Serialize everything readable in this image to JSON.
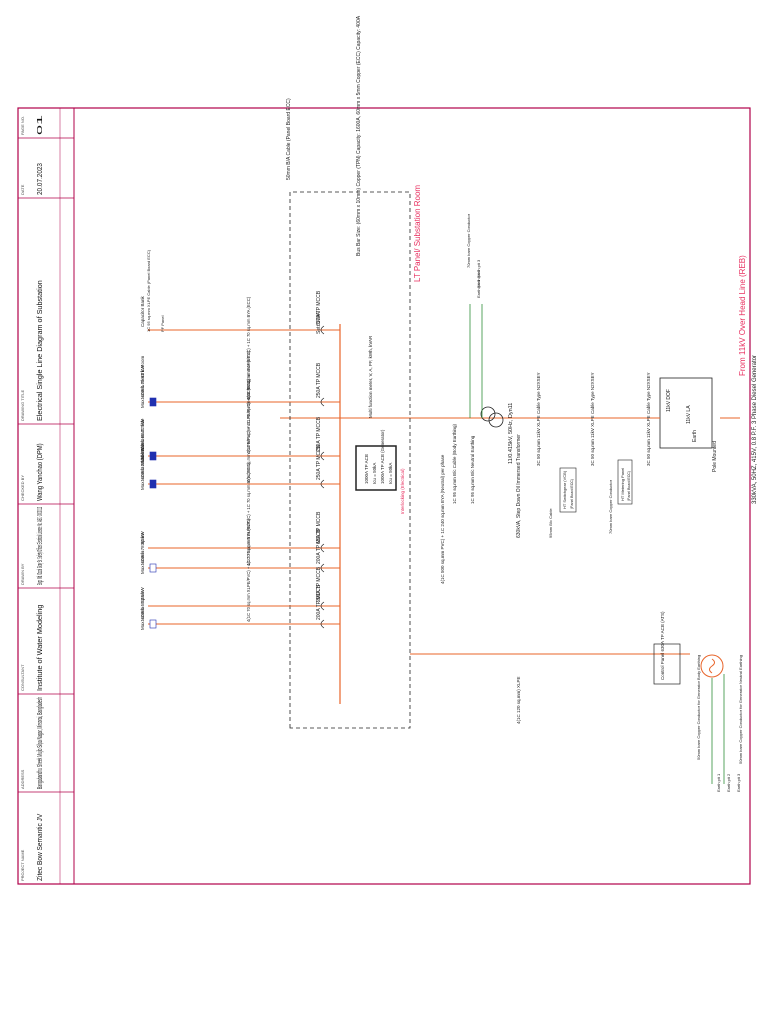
{
  "colors": {
    "border": "#b0004a",
    "line": "#e8642a",
    "text": "#222222",
    "green": "#2f8f3a",
    "blue": "#2030b0"
  },
  "title_block": [
    {
      "label": "PROJECT NAME",
      "value": "Zitec Bow Semantic JV"
    },
    {
      "label": "ADDRESS",
      "value": "Bangabandhu Sheek Mujib Silpa Nagar, Mirsorai, Bangladesh"
    },
    {
      "label": "CONSULTANT",
      "value": "Institute of Water Modeling"
    },
    {
      "label": "DRAWN BY",
      "value": "Engr. Md. Ozzal Gony Sr. Safety Officer Electrical License No. ABC- 0000012"
    },
    {
      "label": "CHECKED BY",
      "value": "Wang Yanchao (DPM)"
    },
    {
      "label": "DRAWING TITLE",
      "value": "Electrical Single Line Diagram of Substation"
    },
    {
      "label": "DATE",
      "value": "20.07.2023"
    },
    {
      "label": "PAGE NO.",
      "value": "01"
    }
  ],
  "diagram": {
    "source": "From 11kV Over Head Line (REB)",
    "ddf": "11kV DOF",
    "la": "11kV LA",
    "earth": "Earth",
    "pole_mounted": "Pole Mounted",
    "ht_cable_1": "3C 50 sq.mm 11kV XLPE Cable Type N2XSEY",
    "ht_cable_2": "3C 50 sq.mm 11kV XLPE Cable Type N2XSEY",
    "ht_cable_3": "3C 50 sq.mm 11kV XLPE Cable Type N2XSEY",
    "ht_panel": "HT Metering Panel",
    "ht_panel_sub": "(Panel Board ECC)",
    "ht_panel_earth": "70mm bare Copper Conductor",
    "vcb": "HT Switchgear (VCB)",
    "vcb_sub": "(Panel Board ECC)",
    "vcb_cable": "95mm B/c Cable",
    "transformer": "630kVA, Step Down Oil Immersed Transformer",
    "transformer_rating": "11/0.415kV, 50Hz, Dyn11",
    "lt_cable": "4(1C 500 sq.mm PVC) + 1C 240 sq.mm BYA (Neutral) per phase",
    "earth_neutral": "1C 95 sq.mm B/c Cable (Body Earthing)",
    "earth_body": "1C 95 sq.mm B/c Neutral Earthing",
    "earth_pit_1": "Earth pit 1",
    "earth_pit_2": "Earth pit 2",
    "earth_pit_3": "Earth pit 3",
    "earth_conductor": "70mm bare Copper Conductor",
    "lt_panel": "LT Panel/ Substation Room",
    "busbar": "Bus Bar Size: (60mm x 10mm) Copper (TPN) Capacity: 1600A, 60mm x 5mm Copper (ECC) Capacity: 400A",
    "panel_ecc": "50mm B/A Cable (Panel Board ECC)",
    "acb": "1000A TP ACB",
    "acb_rating": "Icu = 50kA",
    "ats": "1000A TP ACB (Generator)",
    "ats_rating": "Icu = 50kA",
    "interlock": "Interlocking (Electrical)",
    "meters": "Multi function meter, V, A, PF, kWh, kVAR",
    "breakers": [
      {
        "name": "630A TP MCCB",
        "set": "Set: 570A",
        "load": "",
        "dist": "Capacitor Bank",
        "cable": ""
      },
      {
        "name": "250A TP MCCB",
        "set": "",
        "load": "Max. Load=75.87 kW",
        "dist": "MDB-1 Electric Room",
        "cable": "4(1C 95 sq.mm XLPE/PVC) + 1C 70 sq.mm BYA (ECC)"
      },
      {
        "name": "250A TP MCCB",
        "set": "",
        "load": "Max. Load=68.72 kW",
        "dist": "MDB-2 East Side",
        "cable": "4(1C 95 sq.mm XLPE/PVC) + 1C 70 sq.mm BYA (ECC)"
      },
      {
        "name": "250A TP MCCB",
        "set": "",
        "load": "Max. Load=38.30 kW",
        "dist": "MDB-3 Middle Side",
        "cable": "4(1C 95 sq.mm XLPE/PVC) + 1C 70 sq.mm BYA (ECC)"
      },
      {
        "name": "63A TP MCCB",
        "set": "",
        "load": "",
        "dist": "Spare",
        "cable": ""
      },
      {
        "name": "200A TP MCCB",
        "set": "",
        "load": "Max. Load=78.83 kW",
        "dist": "MDB-4",
        "cable": "4(1C 70 sq.mm XLPE/PVC) + 1C 70 sq.mm BYA (ECC)"
      },
      {
        "name": "200A TP MCCB",
        "set": "",
        "load": "",
        "dist": "Spare",
        "cable": ""
      },
      {
        "name": "200A TP MCCB",
        "set": "",
        "load": "Max. Load=58.33 kW",
        "dist": "MDB-5",
        "cable": "4(1C 70 sq.mm XLPE/PVC) + 1C 70 sq.mm BYA (ECC)"
      }
    ],
    "cap_cable": "1C 95 sq.mm XLPE Cable (Panel Board ECC)",
    "cap_bank": "PF Panel",
    "generator": "330kVA, 50HZ, 415V, 0.8 P.F. 3 Phase Diesel Generator",
    "gen_panel": "Control Panel 630A TP ACB (ATS)",
    "gen_cable": "4(1C 120 sq.mm) XLPE",
    "gen_earth_1": "50mm bare Copper Conductor for Generator Body Earthing",
    "gen_earth_2": "50mm bare Copper Conductor for Generator Neutral Earthing",
    "gen_pit_1": "Earth pit 1",
    "gen_pit_2": "Earth pit 2",
    "gen_pit_3": "Earth pit 3"
  }
}
